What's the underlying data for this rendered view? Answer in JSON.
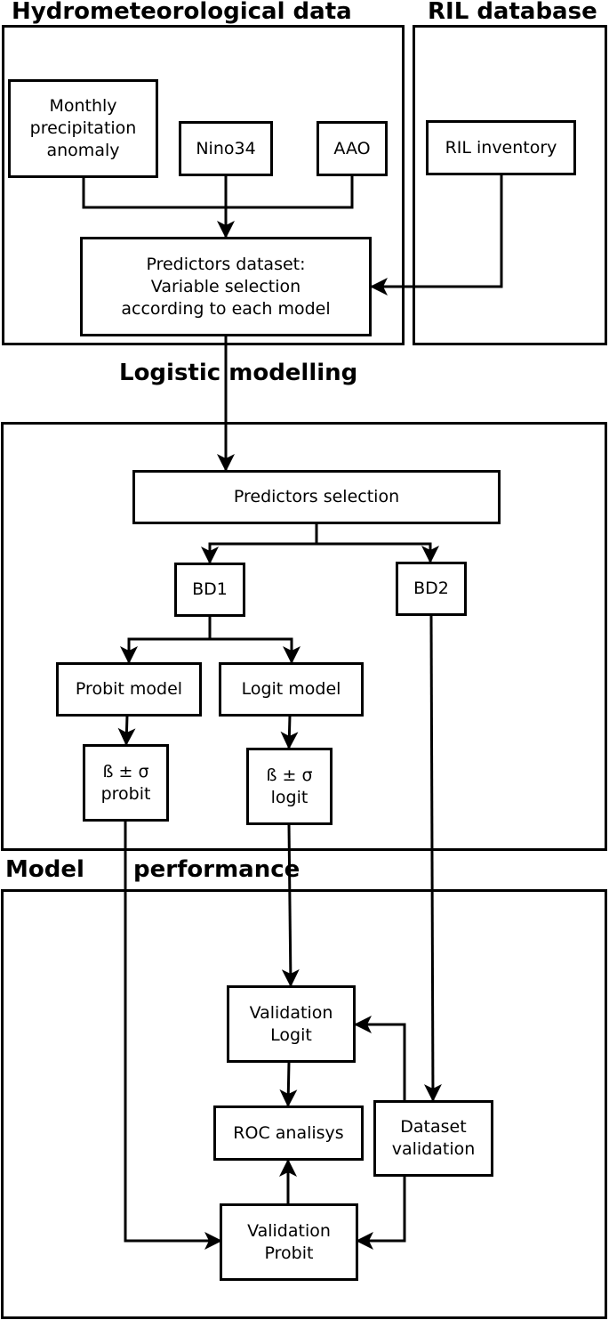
{
  "sections": {
    "hydro_title": "Hydrometeorological data",
    "ril_title": "RIL database",
    "logistic_title": "Logistic modelling",
    "performance_title_left": "Model",
    "performance_title_right": "performance"
  },
  "nodes": {
    "monthly_precipitation": "Monthly\nprecipitation\nanomaly",
    "nino34": "Nino34",
    "aao": "AAO",
    "ril_inventory": "RIL inventory",
    "predictors_dataset": "Predictors dataset:\nVariable selection\naccording to each model",
    "predictors_selection": "Predictors selection",
    "bd1": "BD1",
    "bd2": "BD2",
    "probit_model": "Probit model",
    "logit_model": "Logit model",
    "beta_probit": "ß ± σ\nprobit",
    "beta_logit": "ß ± σ\nlogit",
    "validation_logit": "Validation\nLogit",
    "roc_analysis": "ROC analisys",
    "dataset_validation": "Dataset\nvalidation",
    "validation_probit": "Validation\nProbit"
  }
}
